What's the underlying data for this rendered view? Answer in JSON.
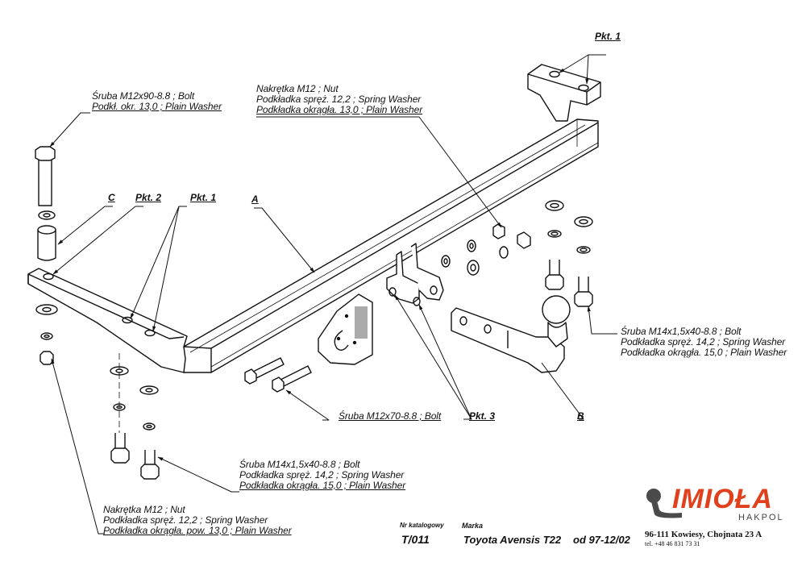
{
  "drawing": {
    "title": "Towbar exploded assembly drawing",
    "part_tags": {
      "a": "A",
      "b": "B",
      "c": "C",
      "pkt1_top": "Pkt. 1",
      "pkt1_left": "Pkt. 1",
      "pkt2": "Pkt. 2",
      "pkt3": "Pkt. 3"
    },
    "callouts": {
      "bolt_m12x90": [
        "Śruba M12x90-8.8 ;  Bolt",
        "Podkł. okr. 13,0 ; Plain Washer"
      ],
      "nut_m12_top": [
        "Nakrętka  M12 ; Nut",
        "Podkładka spręż. 12,2 ; Spring Washer",
        "Podkładka okrągła. 13,0 ; Plain Washer"
      ],
      "bolt_m14_right": [
        "Śruba M14x1,5x40-8.8 ;  Bolt",
        "Podkładka spręż. 14,2 ; Spring Washer",
        "Podkładka okrągła. 15,0 ; Plain Washer"
      ],
      "bolt_m12x70": [
        "Śruba M12x70-8.8 ;  Bolt"
      ],
      "bolt_m14_bottom": [
        "Śruba M14x1,5x40-8.8 ;  Bolt",
        "Podkładka spręż. 14,2 ; Spring Washer",
        "Podkładka okrągła. 15,0 ; Plain Washer"
      ],
      "nut_m12_bottom": [
        "Nakrętka  M12 ; Nut",
        "Podkładka spręż. 12,2 ; Spring Washer",
        "Podkładka okrągła. pow. 13,0 ; Plain Washer"
      ]
    }
  },
  "title_block": {
    "catalog_label": "Nr katalogowy",
    "catalog_number": "T/011",
    "make_label": "Marka",
    "vehicle": "Toyota Avensis T22",
    "production": "od  97-12/02"
  },
  "brand": {
    "name": "IMIOŁA",
    "sub": "HAKPOL",
    "address": "96-111 Kowiesy, Chojnata 23 A",
    "phone": "tel. +48 46 831 73 31",
    "accent_color": "#e0401c",
    "ball_color": "#4a4a4a"
  }
}
